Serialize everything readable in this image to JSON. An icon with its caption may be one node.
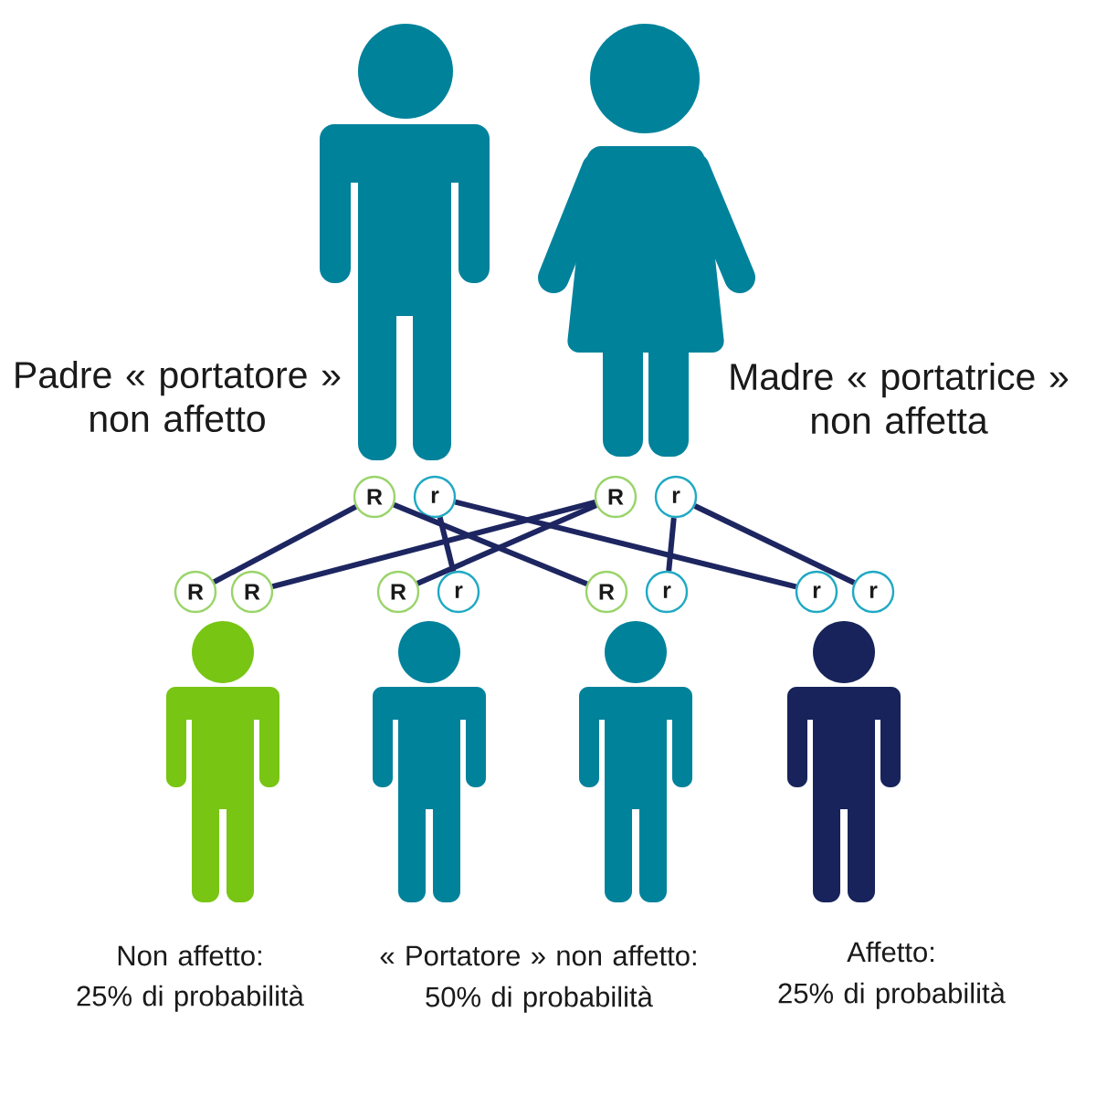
{
  "diagram": {
    "nodes": [
      {
        "text": [],
        "shape": "person",
        "beside": [
          "Padre « portatore » non affetto"
        ]
      },
      {
        "text": [],
        "shape": "person",
        "beside": [
          "Madre « portatrice » non affetta"
        ]
      },
      {
        "text": [
          "R"
        ]
      },
      {
        "text": [
          "r"
        ]
      },
      {
        "text": [
          "R"
        ]
      },
      {
        "text": [
          "r"
        ]
      },
      {
        "text": [
          "R"
        ]
      },
      {
        "text": [
          "R"
        ]
      },
      {
        "text": [
          "R"
        ]
      },
      {
        "text": [
          "r"
        ]
      },
      {
        "text": [
          "R"
        ]
      },
      {
        "text": [
          "r"
        ]
      },
      {
        "text": [
          "r"
        ]
      },
      {
        "text": [
          "r"
        ]
      },
      {
        "text": [],
        "shape": "person",
        "beside": [
          "Non affetto:",
          "25% di probabilità"
        ]
      },
      {
        "text": [],
        "shape": "person"
      },
      {
        "text": [],
        "shape": "person"
      },
      {
        "text": [],
        "shape": "person",
        "beside": [
          "Affetto:",
          "25% di probabilità"
        ]
      }
    ],
    "edges": [
      {
        "from": 2,
        "to": 6,
        "arrow": "none"
      },
      {
        "from": 2,
        "to": 10,
        "arrow": "none"
      },
      {
        "from": 3,
        "to": 9,
        "arrow": "none"
      },
      {
        "from": 3,
        "to": 12,
        "arrow": "none"
      },
      {
        "from": 4,
        "to": 7,
        "arrow": "none"
      },
      {
        "from": 4,
        "to": 8,
        "arrow": "none"
      },
      {
        "from": 5,
        "to": 11,
        "arrow": "none"
      },
      {
        "from": 5,
        "to": 13,
        "arrow": "none"
      }
    ],
    "labels": [
      "« Portatore » non affetto:",
      "50% di probabilità"
    ]
  }
}
